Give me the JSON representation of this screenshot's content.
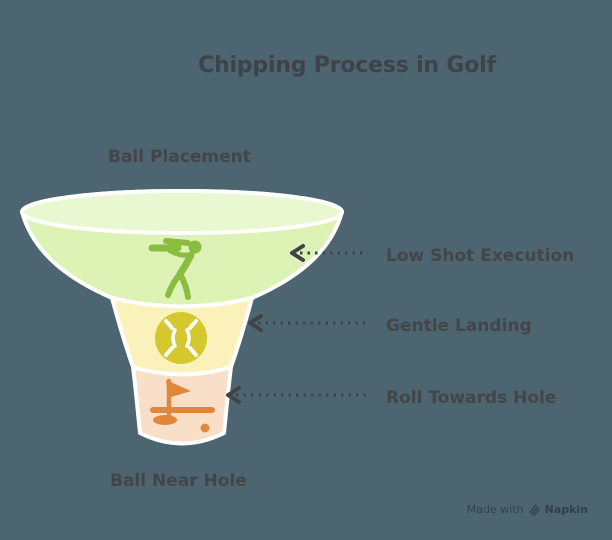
{
  "title": "Chipping Process in Golf",
  "funnel": {
    "top_label": "Ball Placement",
    "bottom_label": "Ball Near Hole",
    "top_surface_color": "#e9f8d0",
    "outline_color": "#ffffff",
    "stages": [
      {
        "label": "Low Shot Execution",
        "icon": "golfer-swing-icon",
        "band_color": "#ddf2b5",
        "icon_color": "#8abc3f"
      },
      {
        "label": "Gentle Landing",
        "icon": "golf-ball-icon",
        "band_color": "#fbf2bb",
        "icon_color": "#d5c82e"
      },
      {
        "label": "Roll Towards Hole",
        "icon": "golf-flag-hole-icon",
        "band_color": "#f9dfc7",
        "icon_color": "#e0873c"
      }
    ]
  },
  "arrows": {
    "style": "dotted",
    "direction": "pointing-left-at-funnel",
    "color": "#3f4347"
  },
  "watermark": {
    "made_with": "Made with",
    "brand": "Napkin"
  },
  "colors": {
    "background": "#4d6570",
    "title_text": "#3e4347",
    "label_text": "#434549"
  }
}
